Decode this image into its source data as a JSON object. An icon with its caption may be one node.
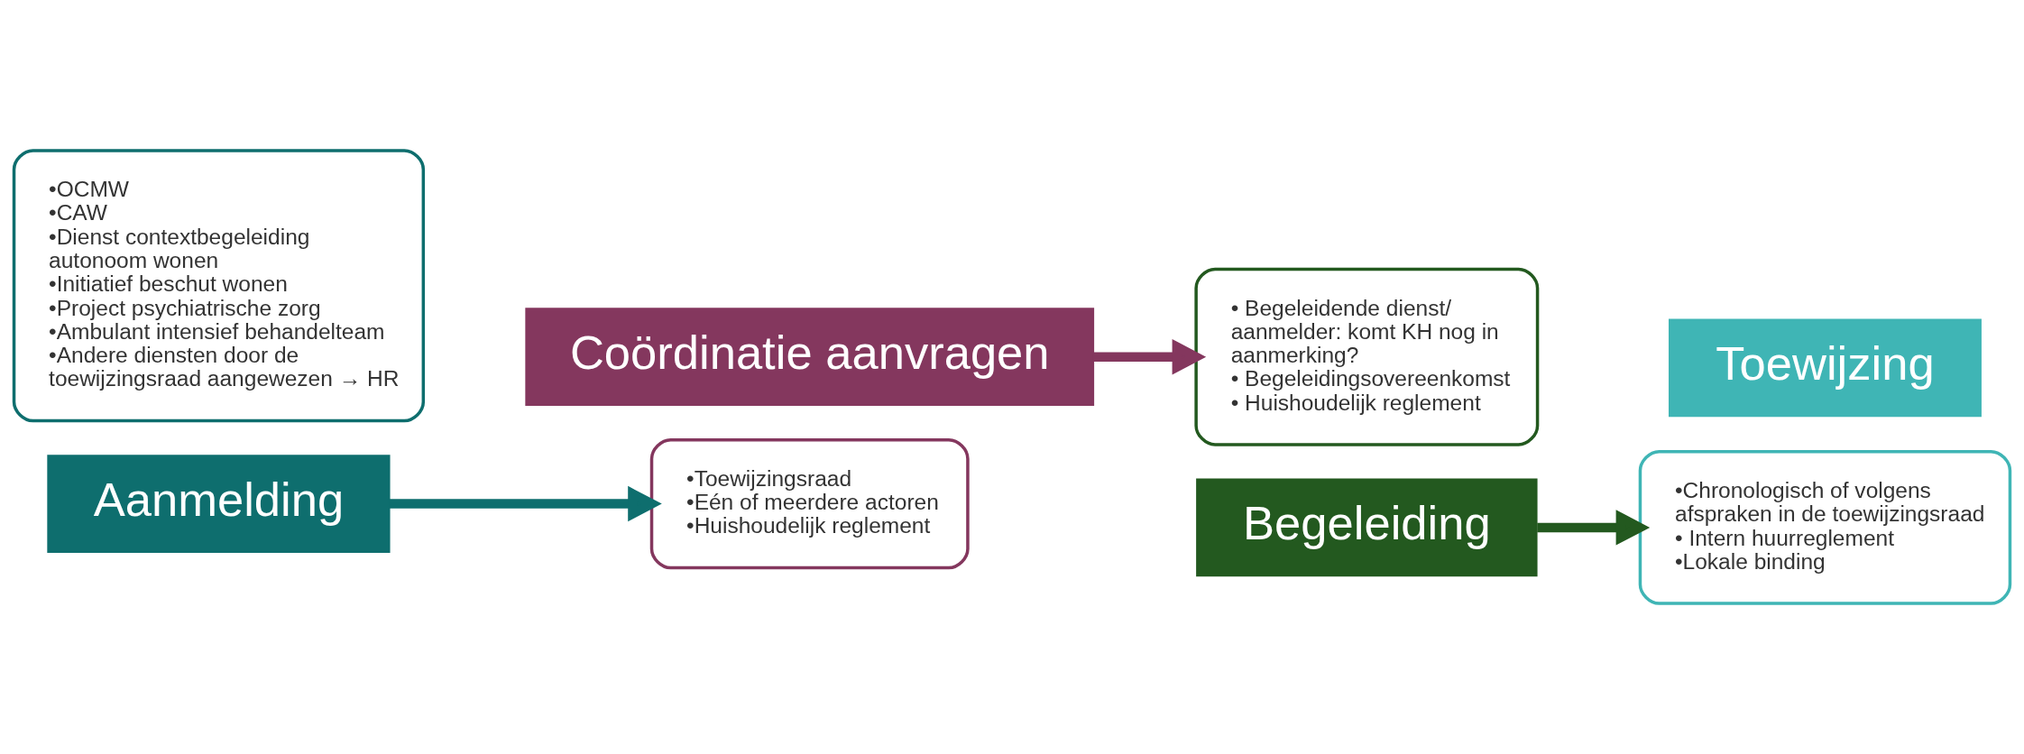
{
  "diagram": {
    "nodes": [
      {
        "text": [
          "•OCMW",
          "•CAW",
          "•Dienst contextbegeleiding autonoom wonen",
          "•Initiatief beschut wonen",
          "•Project psychiatrische zorg",
          "•Ambulant intensief behandelteam",
          "•Andere diensten door de toewijzingsraad aangewezen → HR"
        ]
      },
      {
        "text": [
          "Aanmelding"
        ]
      },
      {
        "text": [
          "Coördinatie aanvragen"
        ]
      },
      {
        "text": [
          "•Toewijzingsraad",
          "•Eén of meerdere actoren",
          "•Huishoudelijk reglement"
        ]
      },
      {
        "text": [
          "• Begeleidende dienst/ aanmelder: komt KH nog in aanmerking?",
          "• Begeleidingsovereenkomst",
          "• Huishoudelijk reglement"
        ]
      },
      {
        "text": [
          "Begeleiding"
        ]
      },
      {
        "text": [
          "Toewijzing"
        ]
      },
      {
        "text": [
          "•Chronologisch of volgens afspraken in de toewijzingsraad",
          "• Intern huurreglement",
          "•Lokale binding"
        ]
      }
    ],
    "edges": [
      {
        "from": 1,
        "to": 3,
        "arrow": "to",
        "color": "#0e6e6e"
      },
      {
        "from": 2,
        "to": 4,
        "arrow": "to",
        "color": "#84375e"
      },
      {
        "from": 5,
        "to": 7,
        "arrow": "to",
        "color": "#23591f"
      }
    ]
  }
}
